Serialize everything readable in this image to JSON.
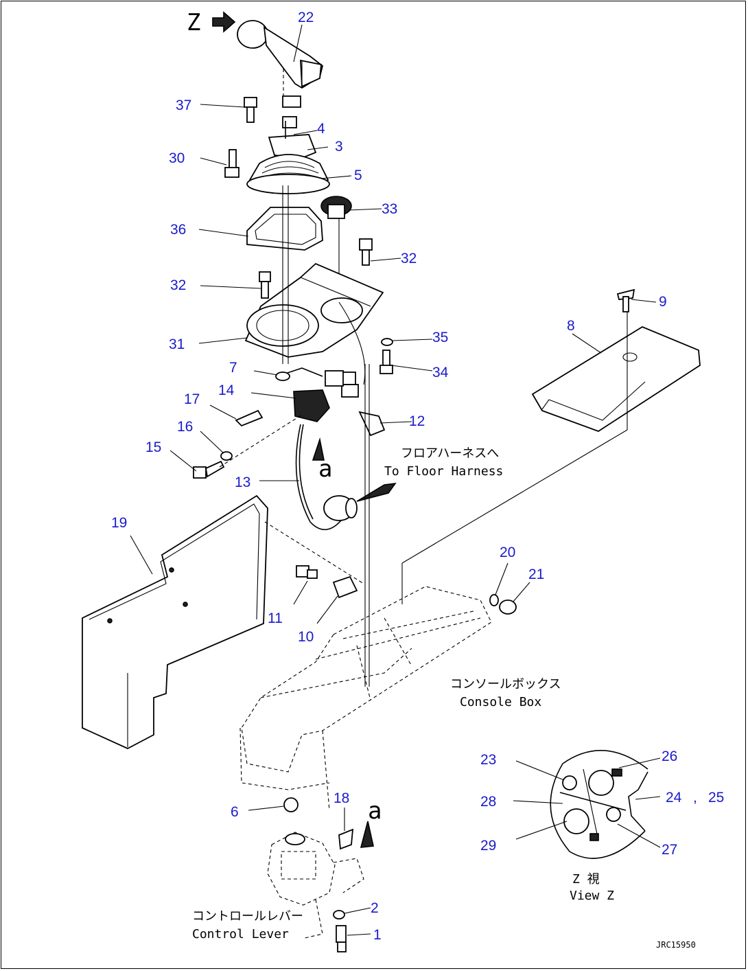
{
  "labels": {
    "p1": "1",
    "p2": "2",
    "p3": "3",
    "p4": "4",
    "p5": "5",
    "p6": "6",
    "p7": "7",
    "p8": "8",
    "p9": "9",
    "p10": "10",
    "p11": "11",
    "p12": "12",
    "p13": "13",
    "p14": "14",
    "p15": "15",
    "p16": "16",
    "p17": "17",
    "p18": "18",
    "p19": "19",
    "p20": "20",
    "p21": "21",
    "p22": "22",
    "p23": "23",
    "p24": "24",
    "p25": "25",
    "p26": "26",
    "p27": "27",
    "p28": "28",
    "p29": "29",
    "p30": "30",
    "p31": "31",
    "p32a": "32",
    "p32b": "32",
    "p33": "33",
    "p34": "34",
    "p35": "35",
    "p36": "36",
    "p37": "37",
    "sep": ","
  },
  "captions": {
    "floor_jp": "フロアハーネスへ",
    "floor_en": "To Floor Harness",
    "console_jp": "コンソールボックス",
    "console_en": "Console Box",
    "lever_jp": "コントロールレバー",
    "lever_en": "Control Lever",
    "viewz_jp": "Z 視",
    "viewz_en": "View Z",
    "z_marker": "Z",
    "a_top": "a",
    "a_bottom": "a",
    "drawing_code": "JRC15950"
  }
}
